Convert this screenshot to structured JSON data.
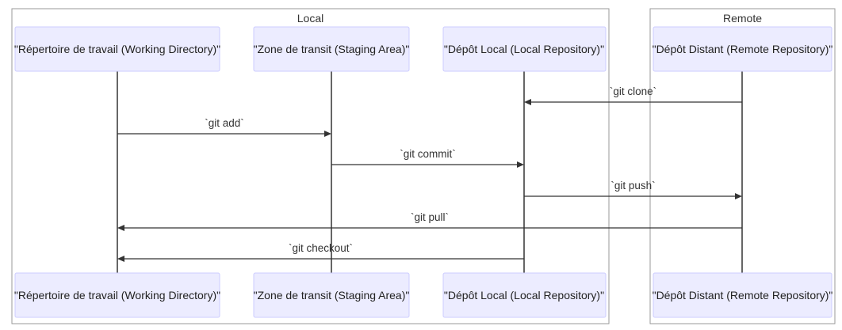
{
  "groups": [
    {
      "id": "local",
      "title": "Local"
    },
    {
      "id": "remote",
      "title": "Remote"
    }
  ],
  "participants": [
    {
      "id": "wd",
      "label": "\"Répertoire de travail (Working Directory)\""
    },
    {
      "id": "staging",
      "label": "\"Zone de transit (Staging Area)\""
    },
    {
      "id": "local_repo",
      "label": "\"Dépôt Local (Local Repository)\""
    },
    {
      "id": "remote_repo",
      "label": "\"Dépôt Distant (Remote Repository)\""
    }
  ],
  "messages": [
    {
      "from": "remote_repo",
      "to": "local_repo",
      "label": "`git clone`"
    },
    {
      "from": "wd",
      "to": "staging",
      "label": "`git add`"
    },
    {
      "from": "staging",
      "to": "local_repo",
      "label": "`git commit`"
    },
    {
      "from": "local_repo",
      "to": "remote_repo",
      "label": "`git push`"
    },
    {
      "from": "remote_repo",
      "to": "wd",
      "label": "`git pull`"
    },
    {
      "from": "local_repo",
      "to": "wd",
      "label": "`git checkout`"
    }
  ],
  "colors": {
    "actor_fill": "#ececff",
    "actor_stroke": "#ccccff",
    "line": "#333333",
    "group_border": "#999999"
  }
}
